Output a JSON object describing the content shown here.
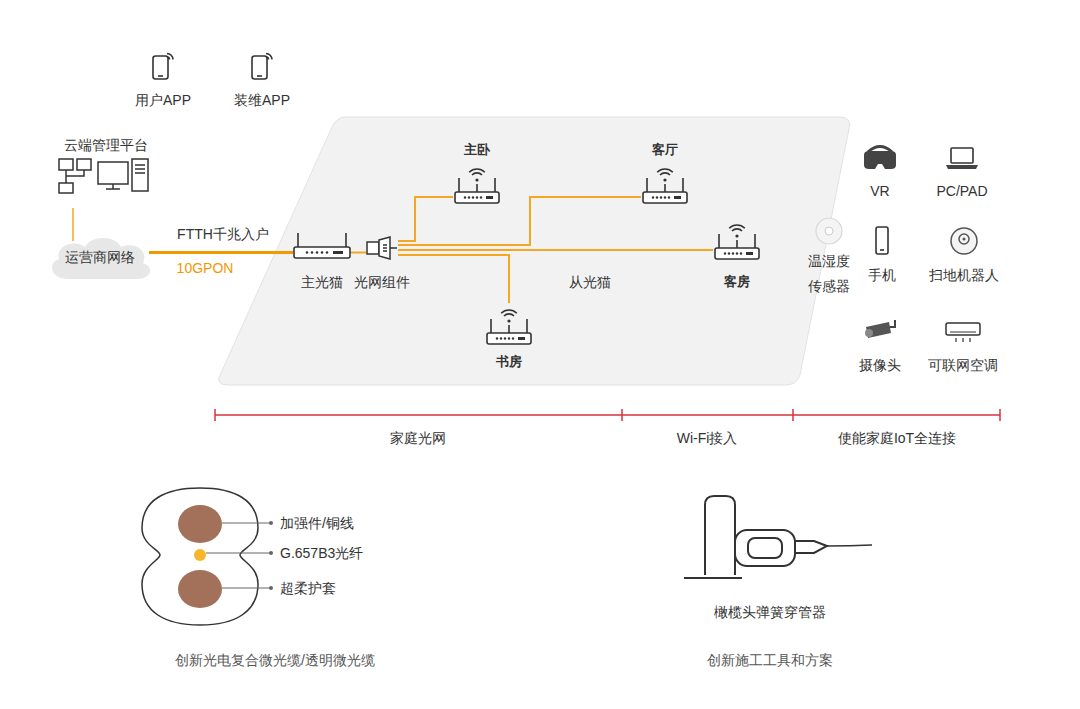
{
  "diagram": {
    "nodes": [
      {
        "text": [
          "用户APP"
        ]
      },
      {
        "text": [
          "装维APP"
        ]
      },
      {
        "text": [
          "云端管理平台"
        ]
      },
      {
        "text": [
          "运营商网络"
        ]
      },
      {
        "text": [
          "主光猫"
        ]
      },
      {
        "text": [
          "光网组件"
        ]
      },
      {
        "text": [
          "主卧"
        ]
      },
      {
        "text": [
          "客厅"
        ]
      },
      {
        "text": [
          "客房"
        ]
      },
      {
        "text": [
          "书房"
        ]
      },
      {
        "text": [
          "VR"
        ]
      },
      {
        "text": [
          "PC/PAD"
        ]
      },
      {
        "text": [
          "温湿度 传感器"
        ]
      },
      {
        "text": [
          "手机"
        ]
      },
      {
        "text": [
          "扫地机器人"
        ]
      },
      {
        "text": [
          "摄像头"
        ]
      },
      {
        "text": [
          "可联网空调"
        ]
      }
    ],
    "edges": [
      {
        "from": 2,
        "to": 3,
        "arrow": "none"
      },
      {
        "from": 3,
        "to": 4,
        "label": "FTTH千兆入户",
        "arrow": "none"
      },
      {
        "from": 4,
        "to": 5,
        "arrow": "none"
      },
      {
        "from": 5,
        "to": 6,
        "arrow": "none"
      },
      {
        "from": 5,
        "to": 7,
        "arrow": "none"
      },
      {
        "from": 5,
        "to": 8,
        "arrow": "none"
      },
      {
        "from": 5,
        "to": 9,
        "arrow": "none"
      }
    ],
    "labels": [
      "10GPON",
      "从光猫",
      "家庭光网",
      "Wi-Fi接入",
      "使能家庭IoT全连接",
      "加强件/铜线",
      "G.657B3光纤",
      "超柔护套",
      "创新光电复合微光缆/透明微光缆",
      "橄榄头弹簧穿管器",
      "创新施工工具和方案"
    ]
  }
}
